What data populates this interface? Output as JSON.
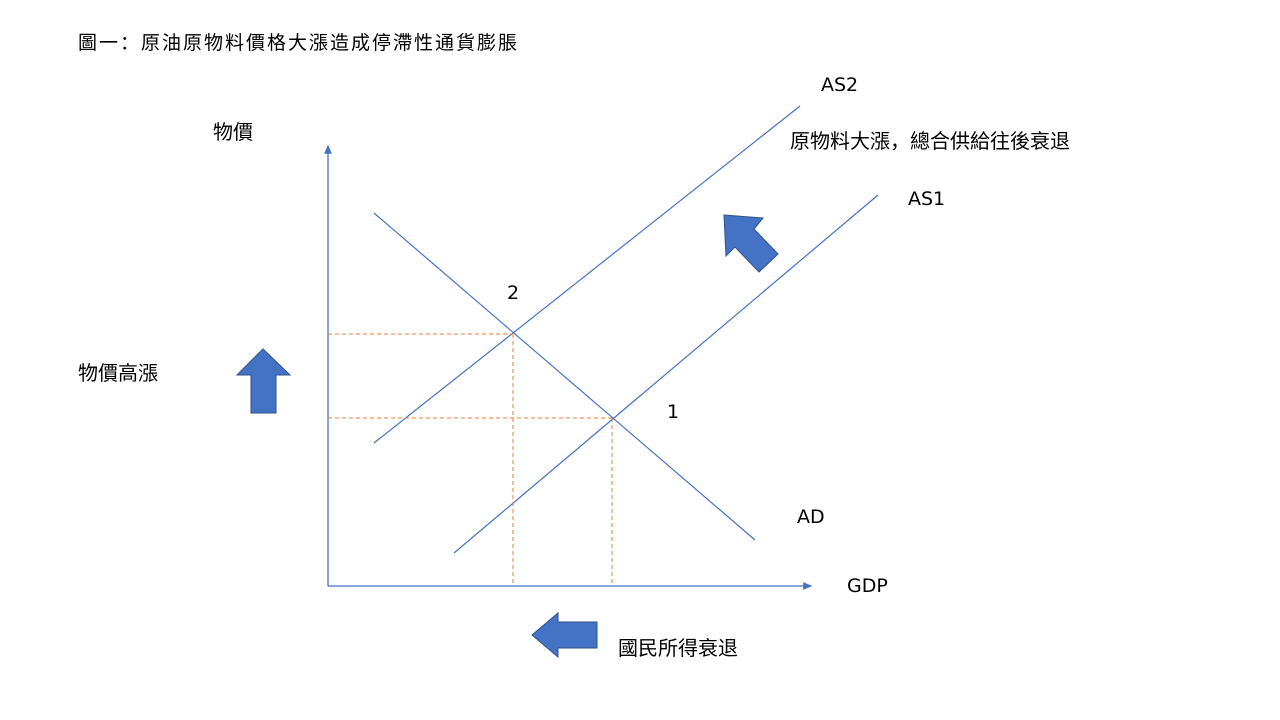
{
  "title": "圖一：原油原物料價格大漲造成停滯性通貨膨脹",
  "labels": {
    "y_axis": "物價",
    "x_axis": "GDP",
    "as2": "AS2",
    "as1": "AS1",
    "ad": "AD",
    "supply_shift_note": "原物料大漲，總合供給往後衰退",
    "point2": "2",
    "point1": "1",
    "price_rise": "物價高漲",
    "income_decline": "國民所得衰退"
  },
  "colors": {
    "line": "#4472C4",
    "arrow_fill": "#4472C4",
    "arrow_stroke": "#2F528F",
    "guide": "#ED7D31"
  }
}
